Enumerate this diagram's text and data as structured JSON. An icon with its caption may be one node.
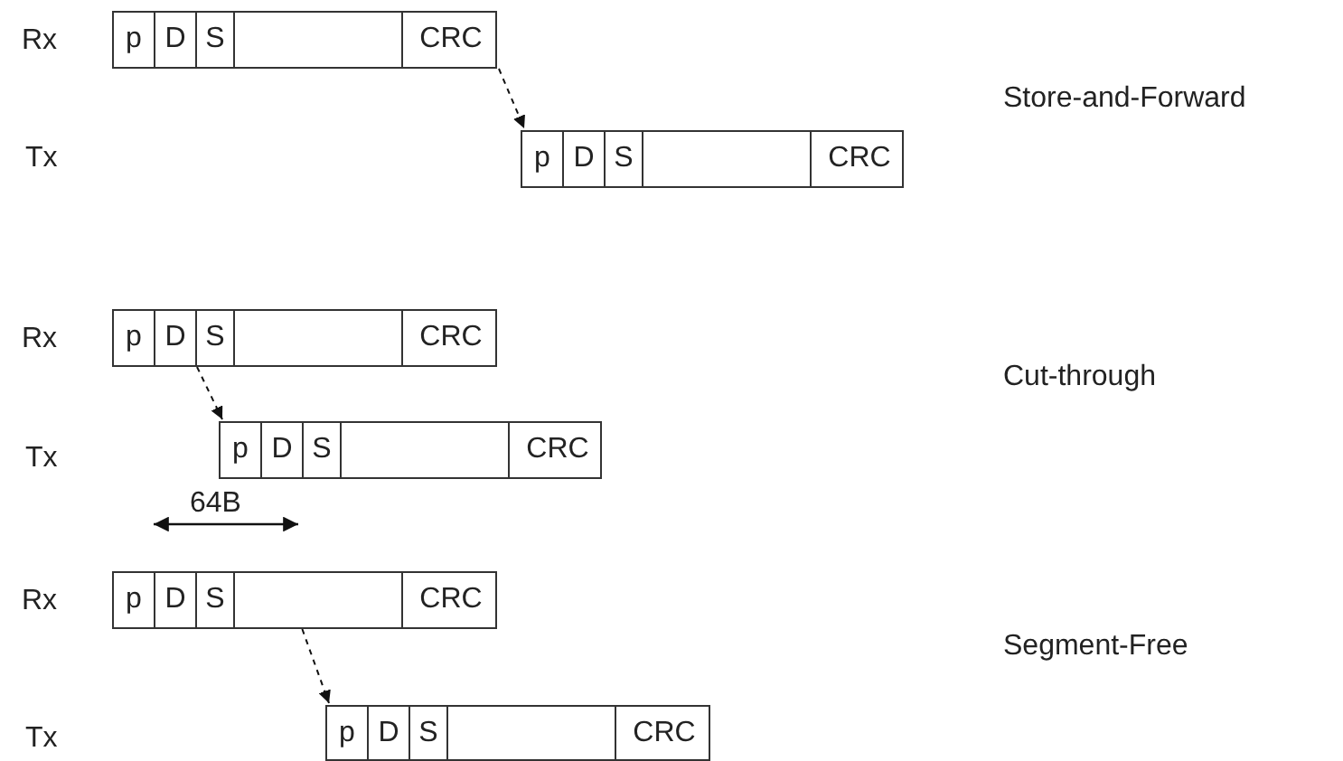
{
  "diagram": {
    "nodes": [
      {
        "text": [],
        "shape": "box"
      },
      {
        "text": [
          "p"
        ],
        "in": 0
      },
      {
        "text": [
          "D"
        ],
        "in": 0
      },
      {
        "text": [
          "S"
        ],
        "in": 0
      },
      {
        "text": [],
        "shape": "box",
        "in": 0
      },
      {
        "text": [
          "CRC"
        ],
        "in": 0
      },
      {
        "text": [],
        "shape": "box"
      },
      {
        "text": [
          "p"
        ],
        "in": 6
      },
      {
        "text": [
          "D"
        ],
        "in": 6
      },
      {
        "text": [
          "S"
        ],
        "in": 6
      },
      {
        "text": [],
        "shape": "box",
        "in": 6
      },
      {
        "text": [
          "CRC"
        ],
        "in": 6
      },
      {
        "text": [],
        "shape": "box"
      },
      {
        "text": [
          "p"
        ],
        "in": 12
      },
      {
        "text": [
          "D"
        ],
        "in": 12
      },
      {
        "text": [
          "S"
        ],
        "in": 12
      },
      {
        "text": [],
        "shape": "box",
        "in": 12
      },
      {
        "text": [
          "CRC"
        ],
        "in": 12
      },
      {
        "text": [],
        "shape": "box"
      },
      {
        "text": [
          "p"
        ],
        "in": 18
      },
      {
        "text": [
          "D"
        ],
        "in": 18
      },
      {
        "text": [
          "S"
        ],
        "in": 18
      },
      {
        "text": [],
        "shape": "box",
        "in": 18
      },
      {
        "text": [
          "CRC"
        ],
        "in": 18
      },
      {
        "text": [],
        "shape": "box"
      },
      {
        "text": [
          "p"
        ],
        "in": 24
      },
      {
        "text": [
          "D"
        ],
        "in": 24
      },
      {
        "text": [
          "S"
        ],
        "in": 24
      },
      {
        "text": [],
        "shape": "box",
        "in": 24
      },
      {
        "text": [
          "CRC"
        ],
        "in": 24
      },
      {
        "text": [],
        "shape": "box"
      },
      {
        "text": [
          "p"
        ],
        "in": 30
      },
      {
        "text": [
          "D"
        ],
        "in": 30
      },
      {
        "text": [
          "S"
        ],
        "in": 30
      },
      {
        "text": [],
        "shape": "box",
        "in": 30
      },
      {
        "text": [
          "CRC"
        ],
        "in": 30
      }
    ],
    "edges": [
      {
        "from": 5,
        "to": 6,
        "arrow": "to",
        "style": "dashed"
      },
      {
        "from": 15,
        "to": 18,
        "arrow": "to",
        "style": "dashed"
      },
      {
        "from": 28,
        "to": 30,
        "arrow": "to",
        "style": "dashed"
      }
    ],
    "labels": [
      "Rx",
      "Store-and-Forward",
      "Tx",
      "Rx",
      "Cut-through",
      "Tx",
      "64B",
      "Rx",
      "Segment-Free",
      "Tx"
    ]
  }
}
